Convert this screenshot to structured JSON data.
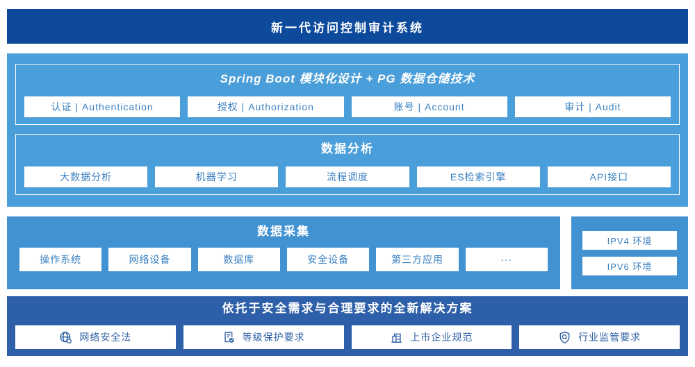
{
  "colors": {
    "header_bg": "#0d4a9c",
    "platform_bg": "#4a9ed9",
    "collection_bg": "#4292d2",
    "solution_bg": "#2e5fa9",
    "box_text_blue": "#3a80c1",
    "solution_text_blue": "#2d5fa5",
    "box_bg": "#ffffff"
  },
  "header": {
    "title": "新一代访问控制审计系统"
  },
  "platform": {
    "modules": {
      "title": "Spring Boot 模块化设计 + PG 数据仓储技术",
      "items": [
        "认证 | Authentication",
        "授权 | Authorization",
        "账号 | Account",
        "审计 | Audit"
      ]
    },
    "analysis": {
      "title": "数据分析",
      "items": [
        "大数据分析",
        "机器学习",
        "流程调度",
        "ES检索引擎",
        "API接口"
      ]
    }
  },
  "collection": {
    "title": "数据采集",
    "items": [
      "操作系统",
      "网络设备",
      "数据库",
      "安全设备",
      "第三方应用",
      "···"
    ],
    "environments": [
      "IPV4 环境",
      "IPV6 环境"
    ]
  },
  "solution": {
    "title": "依托于安全需求与合理要求的全新解决方案",
    "items": [
      {
        "icon": "globe-network-icon",
        "label": "网络安全法"
      },
      {
        "icon": "document-check-icon",
        "label": "等级保护要求"
      },
      {
        "icon": "building-icon",
        "label": "上市企业规范"
      },
      {
        "icon": "shield-search-icon",
        "label": "行业监管要求"
      }
    ]
  }
}
